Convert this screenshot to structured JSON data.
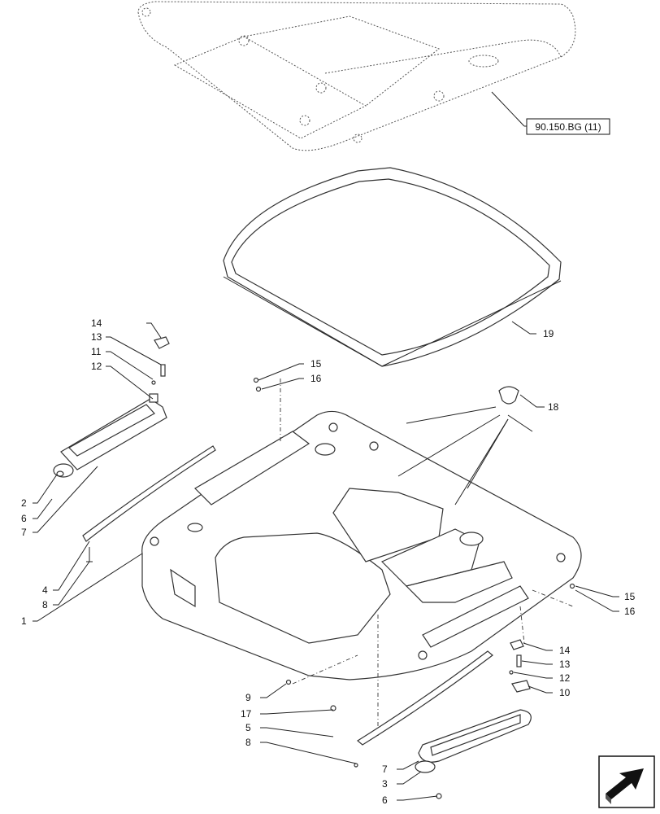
{
  "reference_box": {
    "label": "90.150.BG (11)"
  },
  "callouts": {
    "c19": "19",
    "c18": "18",
    "c15a": "15",
    "c16a": "16",
    "c15b": "15",
    "c16b": "16",
    "c14a": "14",
    "c13a": "13",
    "c11": "11",
    "c12a": "12",
    "c2": "2",
    "c6a": "6",
    "c7a": "7",
    "c4": "4",
    "c8a": "8",
    "c1": "1",
    "c14b": "14",
    "c13b": "13",
    "c12b": "12",
    "c10": "10",
    "c9": "9",
    "c17": "17",
    "c5": "5",
    "c8b": "8",
    "c7b": "7",
    "c3": "3",
    "c6b": "6"
  },
  "icons": {
    "nav": "arrow-nav-icon"
  }
}
